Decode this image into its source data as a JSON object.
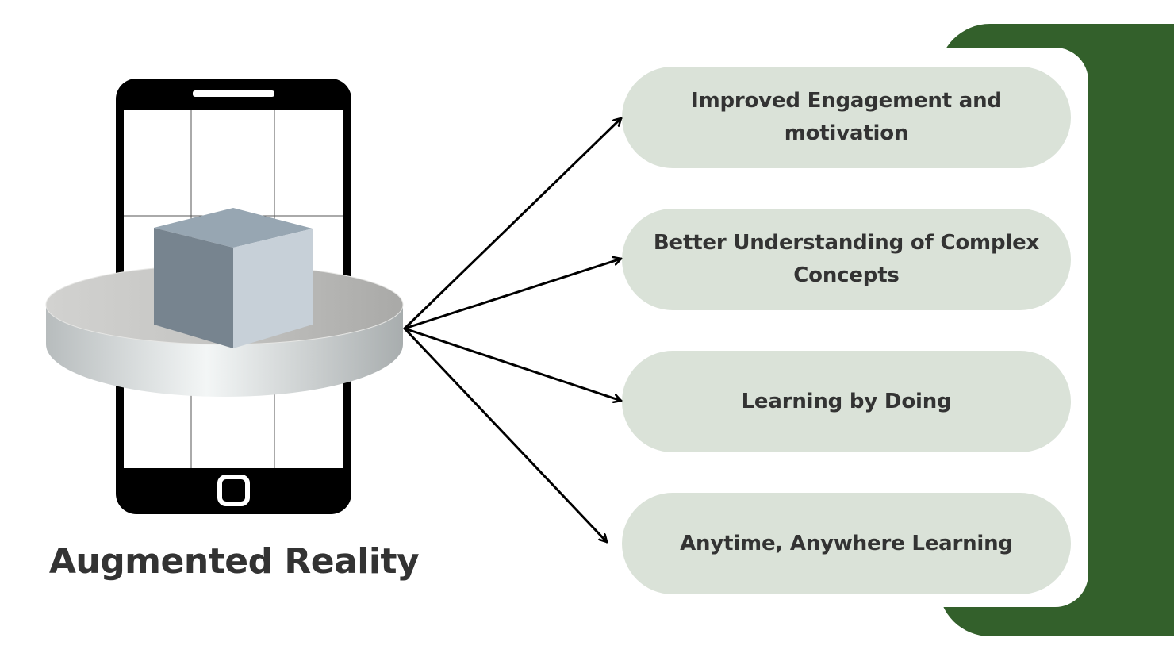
{
  "title": "Augmented Reality",
  "benefits": [
    "Improved Engagement and motivation",
    "Better Understanding of Complex Concepts",
    "Learning by Doing",
    "Anytime, Anywhere Learning"
  ],
  "colors": {
    "accent_green": "#33602b",
    "pill_fill": "#dae2d8",
    "text": "#333333"
  },
  "icons": [
    "smartphone-icon",
    "cube-icon",
    "pedestal-icon",
    "arrow-icon"
  ]
}
